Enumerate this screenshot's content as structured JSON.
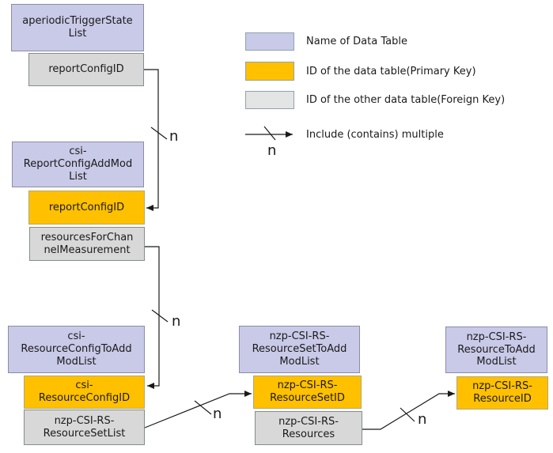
{
  "colors": {
    "table_name_fill": "#c9c9e8",
    "primary_key_fill": "#ffc000",
    "foreign_key_fill": "#d8d8d8",
    "legend_foreign_fill": "#e3e4e4",
    "line_color": "#1a1a1a"
  },
  "tables": [
    {
      "name": "aperiodicTriggerState\nList",
      "keys": [
        {
          "label": "reportConfigID",
          "role": "foreign"
        }
      ]
    },
    {
      "name": "csi-\nReportConfigAddMod\nList",
      "keys": [
        {
          "label": "reportConfigID",
          "role": "primary"
        },
        {
          "label": "resourcesForChan\nnelMeasurement",
          "role": "foreign"
        }
      ]
    },
    {
      "name": "csi-\nResourceConfigToAdd\nModList",
      "keys": [
        {
          "label": "csi-\nResourceConfigID",
          "role": "primary"
        },
        {
          "label": "nzp-CSI-RS-\nResourceSetList",
          "role": "foreign"
        }
      ]
    },
    {
      "name": "nzp-CSI-RS-\nResourceSetToAdd\nModList",
      "keys": [
        {
          "label": "nzp-CSI-RS-\nResourceSetID",
          "role": "primary"
        },
        {
          "label": "nzp-CSI-RS-\nResources",
          "role": "foreign"
        }
      ]
    },
    {
      "name": "nzp-CSI-RS-\nResourceToAdd\nModList",
      "keys": [
        {
          "label": "nzp-CSI-RS-\nResourceID",
          "role": "primary"
        }
      ]
    }
  ],
  "connectors": [
    {
      "label": "n"
    },
    {
      "label": "n"
    },
    {
      "label": "n"
    },
    {
      "label": "n"
    }
  ],
  "legend": {
    "items": [
      {
        "label": "Name of Data Table"
      },
      {
        "label": "ID of the data table(Primary Key)"
      },
      {
        "label": "ID of the other data table(Foreign Key)"
      },
      {
        "label": "Include (contains) multiple"
      }
    ],
    "arrow_label": "n"
  }
}
